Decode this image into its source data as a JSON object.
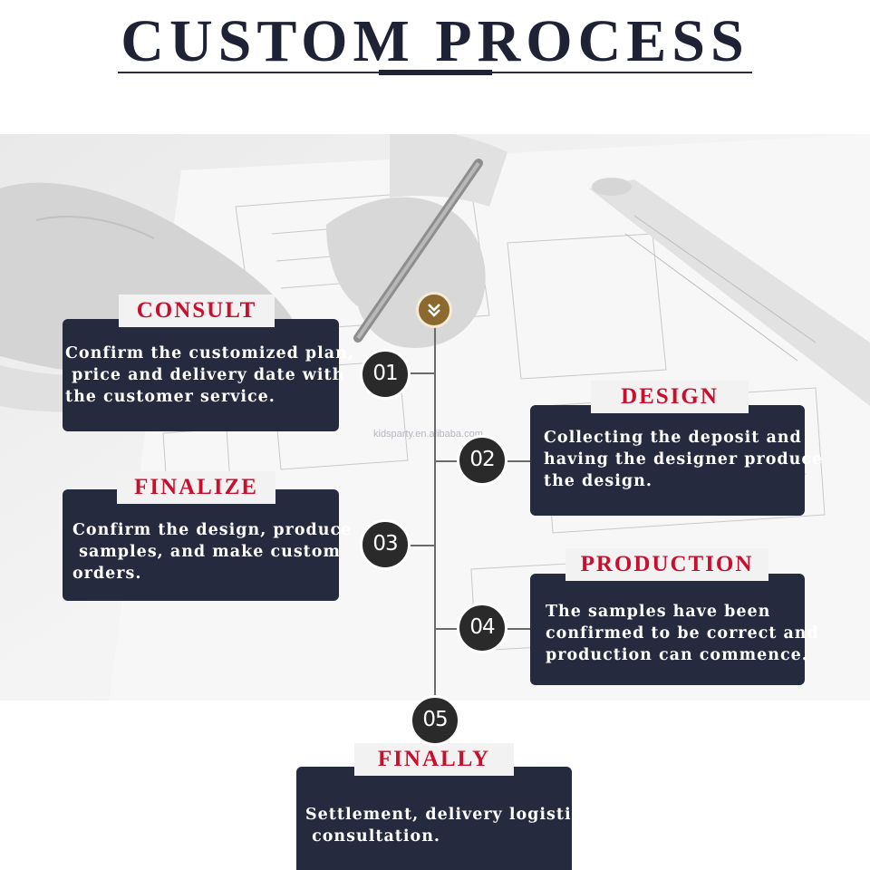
{
  "title": "CUSTOM PROCESS",
  "watermark": "kidsparty.en.alibaba.com",
  "colors": {
    "card_bg": "#262a3e",
    "label_red": "#c8102e",
    "title": "#1f2235",
    "accent_gold": "#8c6a2f"
  },
  "steps": [
    {
      "number": "01",
      "label": "CONSULT",
      "text": "Confirm the customized plan,\n price and delivery date with\nthe customer service."
    },
    {
      "number": "02",
      "label": "DESIGN",
      "text": "Collecting the deposit and\nhaving the designer produce\nthe design."
    },
    {
      "number": "03",
      "label": "FINALIZE",
      "text": "Confirm the design, produce\n samples, and make custom\norders."
    },
    {
      "number": "04",
      "label": "PRODUCTION",
      "text": "The samples have been\nconfirmed to be correct and\nproduction can commence."
    },
    {
      "number": "05",
      "label": "FINALLY",
      "text": "Settlement, delivery logistics\n consultation."
    }
  ],
  "icons": {
    "start": "double-chevron-down-icon"
  }
}
